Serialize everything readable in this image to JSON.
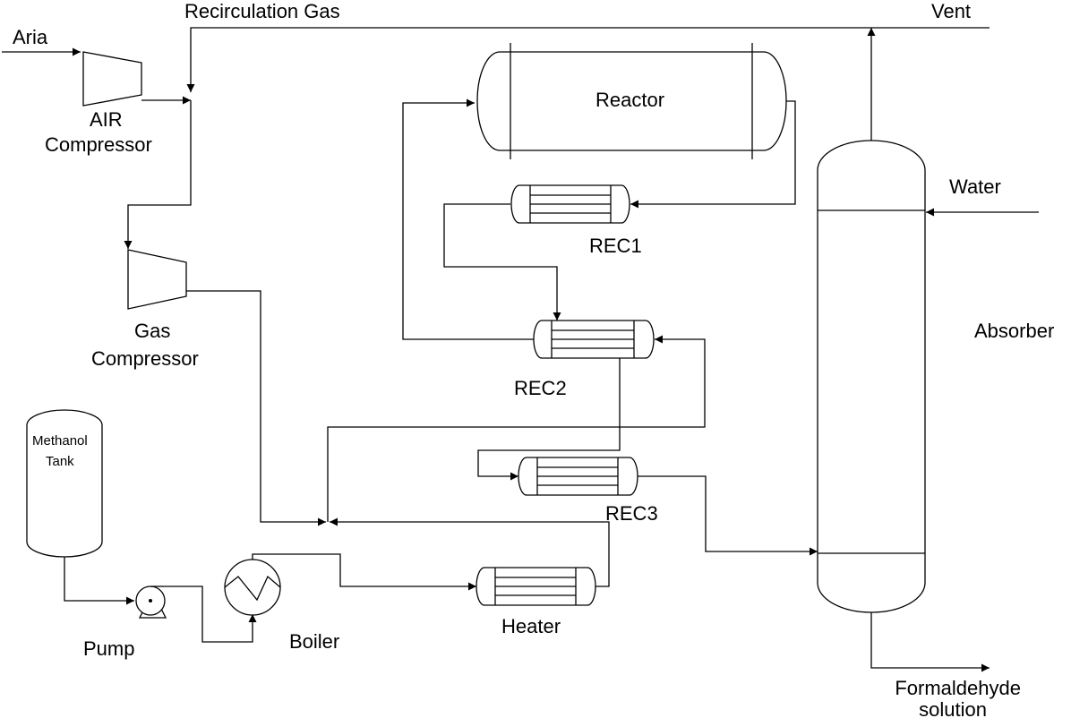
{
  "diagram": {
    "streams": {
      "air_in": "Aria",
      "recirculation": "Recirculation Gas",
      "vent": "Vent",
      "water_in": "Water",
      "product": [
        "Formaldehyde",
        "solution"
      ]
    },
    "units": {
      "air_compressor": [
        "AIR",
        "Compressor"
      ],
      "gas_compressor": [
        "Gas",
        "Compressor"
      ],
      "reactor": "Reactor",
      "rec1": "REC1",
      "rec2": "REC2",
      "rec3": "REC3",
      "absorber": "Absorber",
      "methanol_tank": [
        "Methanol",
        "Tank"
      ],
      "pump": "Pump",
      "boiler": "Boiler",
      "heater": "Heater"
    }
  }
}
